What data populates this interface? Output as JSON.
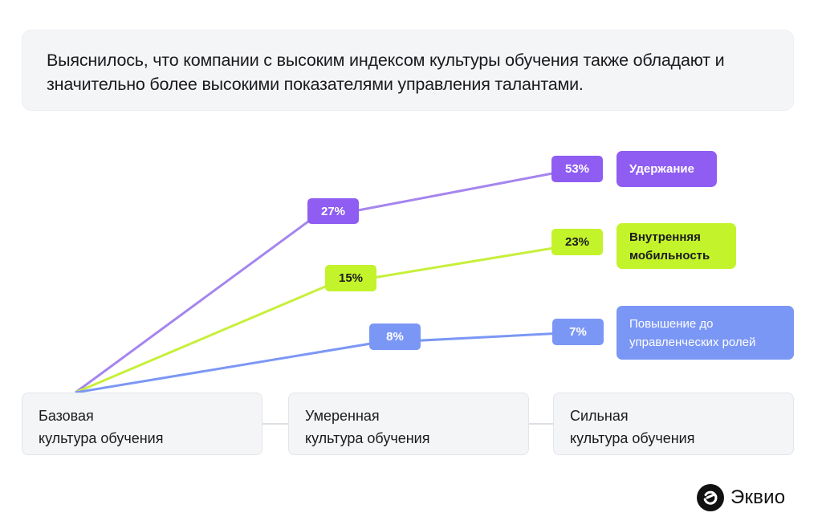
{
  "header": {
    "text": "Выяснилось, что компании с высоким индексом культуры обучения также обладают и значительно более высокими показателями управления талантами."
  },
  "colors": {
    "retention": "#8f5df2",
    "mobility": "#c3f32a",
    "promotion": "#7b97f5",
    "card_bg": "#f4f5f7",
    "text": "#1b1b1f"
  },
  "stages": [
    {
      "line1": "Базовая",
      "line2": "культура обучения"
    },
    {
      "line1": "Умеренная",
      "line2": "культура обучения"
    },
    {
      "line1": "Сильная",
      "line2": "культура обучения"
    }
  ],
  "labels": {
    "retention": {
      "moderate": "27%",
      "strong": "53%"
    },
    "mobility": {
      "moderate": "15%",
      "strong": "23%"
    },
    "promotion": {
      "moderate": "8%",
      "strong": "7%"
    }
  },
  "legend": {
    "retention": "Удержание",
    "mobility_line1": "Внутренняя",
    "mobility_line2": "мобильность",
    "promotion_line1": "Повышение до",
    "promotion_line2": "управленческих ролей"
  },
  "logo": {
    "text": "Эквио",
    "icon": "ekvio-logo-icon"
  },
  "chart_data": {
    "type": "line",
    "title": "Выяснилось, что компании с высоким индексом культуры обучения также обладают и значительно более высокими показателями управления талантами.",
    "categories": [
      "Базовая культура обучения",
      "Умеренная культура обучения",
      "Сильная культура обучения"
    ],
    "series": [
      {
        "name": "Удержание",
        "color": "#8f5df2",
        "values": [
          0,
          27,
          53
        ]
      },
      {
        "name": "Внутренняя мобильность",
        "color": "#c3f32a",
        "values": [
          0,
          15,
          23
        ]
      },
      {
        "name": "Повышение до управленческих ролей",
        "color": "#7b97f5",
        "values": [
          0,
          8,
          7
        ]
      }
    ],
    "xlabel": "",
    "ylabel": "",
    "grid": false,
    "legend_position": "right",
    "value_suffix": "%"
  }
}
